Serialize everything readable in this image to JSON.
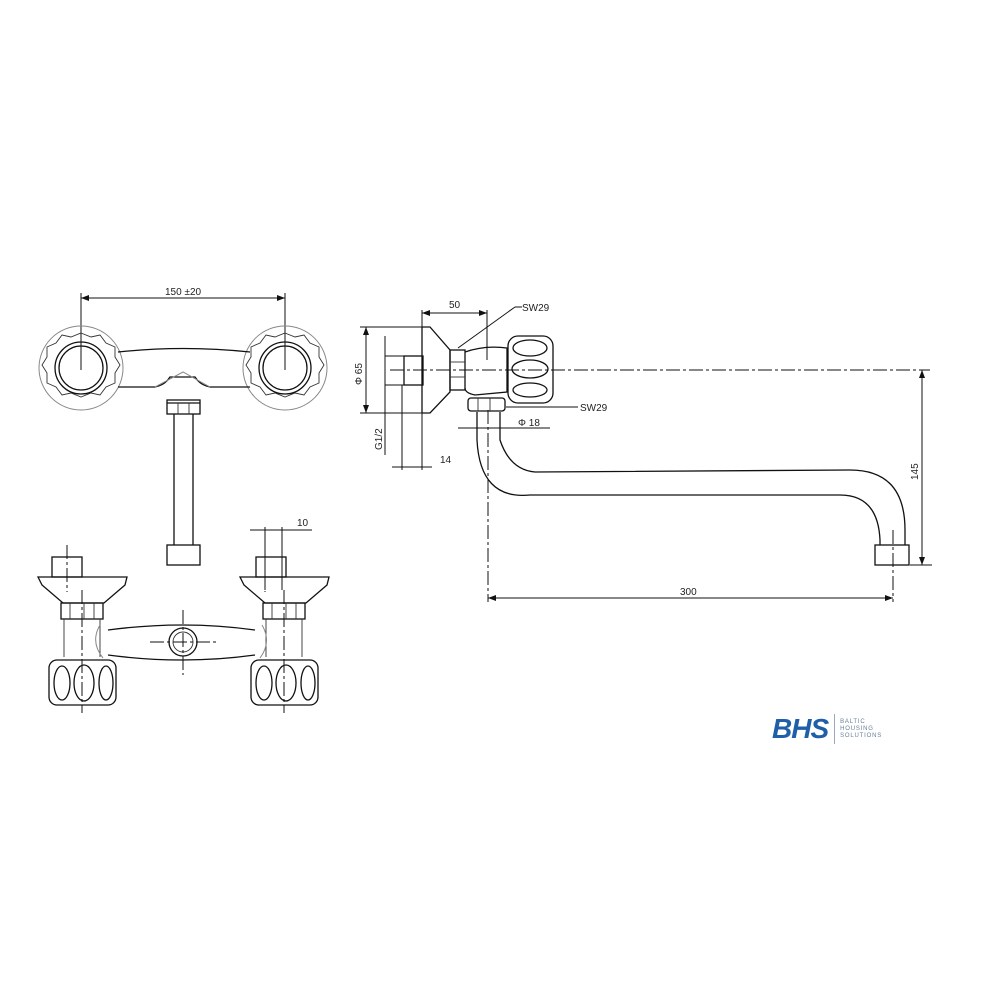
{
  "drawing": {
    "title": "Wall-mounted two-handle faucet technical drawing",
    "views": [
      "top-view",
      "front-view",
      "side-view"
    ],
    "dimensions": {
      "handle_spacing": "150 ±20",
      "connector_offset": "10",
      "flange_depth": "50",
      "nut_top": "SW29",
      "nut_bottom": "SW29",
      "flange_diameter": "Φ 65",
      "thread": "G1/2",
      "thread_length": "14",
      "spout_diameter": "Φ 18",
      "spout_height": "145",
      "spout_reach": "300"
    }
  },
  "logo": {
    "mark": "BHS",
    "line1": "BALTIC",
    "line2": "HOUSING",
    "line3": "SOLUTIONS",
    "color": "#1f5ea8"
  }
}
